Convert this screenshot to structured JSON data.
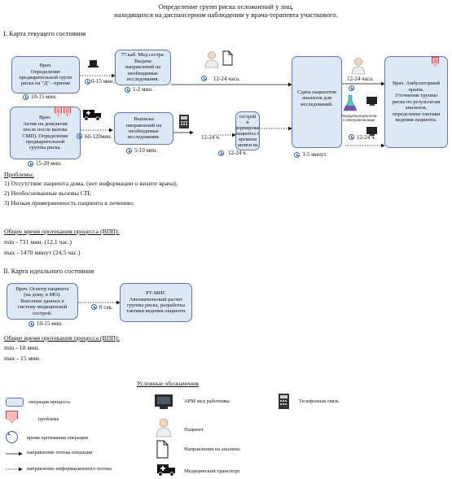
{
  "header": {
    "title_line1": "Определение групп риска осложнений у лиц,",
    "title_line2": "находящихся на диспансерном наблюдении у врача-терапевта участкового."
  },
  "current": {
    "section_title": "I. Карта текущего состояния",
    "box_doctor": "Врач.\nОпределение\nпредварительной групп\nриска на \"Д\" - приеме",
    "box_doctor_time": "10-15 мин.",
    "box_nurse": "77.каб. Мед.сестра.\nВыдача\nнаправлений на\nнеобходимые\nисследования.",
    "box_nurse_time": "1-2 мин.",
    "box_active": "Врач.\nАктив на дом(актив\nпосле  после вызова\nСМП). Определение\nпредварительной\nгруппы риска.",
    "box_active_time": "15-20 мин.",
    "box_issue": "Выписка\nнаправлений на\nнеобходимые\nисследования.",
    "box_issue_time": "5-10 мин.",
    "box_call": "Обзвон мед сестрой\nи информирование\nпациента о времени\nзаписи на\nисследование.",
    "box_call_time": "12-24 ч.",
    "box_tests": "Сдача пациентом\nанализов для\nисследований.",
    "box_tests_time": "3-5 минут.",
    "box_final": "Врач. Амбулаторный\nприём.\nУточнение группы\nриска по результатам анализов,\nопределение тактики\nведения пациента.",
    "lab_caption": "Передача результатов\nв электронном виде",
    "time_015": "0-15 мин.",
    "time_60120": "60-120мин.",
    "time_1224_a": "12-24 часа.",
    "time_1224_b": "12-24 ч.",
    "time_1224_c": "12-24 часа.",
    "time_1224_d": "12-24 ч.",
    "problems_title": "Проблемы:",
    "problems": [
      "1) Отсутствие пациента дома, (нет информации о визите врача);",
      "2) Необоснованные вызовы СП;",
      "3) Низкая приверженность пациента к лечению;"
    ],
    "vpp_title": "Общее время протекания процесса (ВПП):",
    "vpp_min": "min - 731 мин. (12,1 час.)",
    "vpp_max": "max -  1470 минут (24,5 час.)"
  },
  "ideal": {
    "section_title": "II. Карта идеального состояния",
    "box_doctor": "Врач. Осмотр пациента\n(на дому, в МО).\nВнесение данных в\nсистему медицинской\nсестрой.",
    "box_doctor_time": "10-15 мин.",
    "box_mis": "РТ-МИС\nАвтоматический расчет\nгруппы риска, разработка\nтактики ведения пациента",
    "time_0": "0 сек.",
    "vpp_title": "Общее время протекания процесса (ВПП):",
    "vpp_min": "min - 10 мин.",
    "vpp_max": "max - 15 мин."
  },
  "legend": {
    "title": "Условные обозначения",
    "process": "операция процесса",
    "problem": "проблема",
    "time": "время протекания операции",
    "flow_op": "направление потока операции",
    "flow_info": "направление информационного потока",
    "arm": "АРМ мед работника",
    "phone": "Телефонная связь",
    "patient": "Пациент",
    "referral": "Направления на анализы",
    "transport": "Медицинский транспорт"
  },
  "problem_markers": [
    "1",
    "2",
    "3"
  ],
  "colors": {
    "process_fill": "#dde8f6",
    "process_border": "#5b79b8",
    "problem_fill": "#f6b9b9",
    "clock": "#2a62b5"
  }
}
